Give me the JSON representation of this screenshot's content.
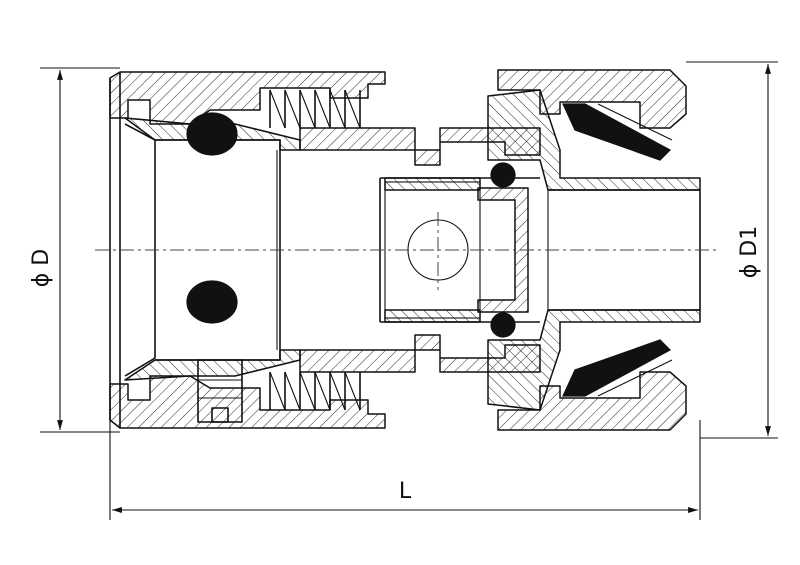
{
  "dimensions": {
    "diameter_d": "ϕ D",
    "diameter_d1": "ϕ D1",
    "length": "L"
  },
  "colors": {
    "line": "#111111",
    "background": "#ffffff"
  }
}
